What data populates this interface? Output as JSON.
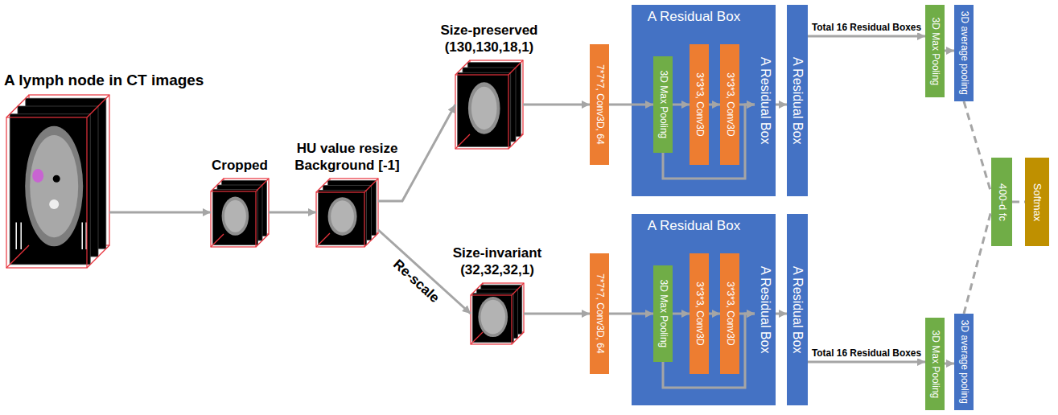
{
  "diagram": {
    "nodes": [
      {
        "text": [
          "A lymph node in CT images"
        ]
      },
      {
        "text": [
          "Cropped"
        ]
      },
      {
        "text": [
          "HU value resize Background [-1]"
        ]
      },
      {
        "text": [
          "Size-preserved",
          "(130,130,18,1)"
        ]
      },
      {
        "text": [
          "Size-invariant",
          "(32,32,32,1)"
        ]
      },
      {
        "text": [
          "7*7*7, Conv3D, 64"
        ]
      },
      {
        "text": [
          "A Residual Box"
        ]
      },
      {
        "text": [
          "3D Max Pooling"
        ],
        "in": 6
      },
      {
        "text": [
          "3*3*3, Conv3D"
        ],
        "in": 6
      },
      {
        "text": [
          "3*3*3, Conv3D"
        ],
        "in": 6
      },
      {
        "text": [
          "A Residual Box"
        ]
      },
      {
        "text": [
          "A Residual Box"
        ]
      },
      {
        "text": [
          "3D Max Pooling"
        ]
      },
      {
        "text": [
          "3D average pooling"
        ]
      },
      {
        "text": [
          "7*7*7, Conv3D, 64"
        ]
      },
      {
        "text": [
          "A Residual Box"
        ]
      },
      {
        "text": [
          "3D Max Pooling"
        ],
        "in": 15
      },
      {
        "text": [
          "3*3*3, Conv3D"
        ],
        "in": 15
      },
      {
        "text": [
          "3*3*3, Conv3D"
        ],
        "in": 15
      },
      {
        "text": [
          "A Residual Box"
        ]
      },
      {
        "text": [
          "A Residual Box"
        ]
      },
      {
        "text": [
          "3D Max Pooling"
        ]
      },
      {
        "text": [
          "3D average pooling"
        ]
      },
      {
        "text": [
          "400-d fc"
        ]
      },
      {
        "text": [
          "Softmax"
        ]
      }
    ],
    "edges": [
      {
        "from": 0,
        "to": 1,
        "arrow": "to"
      },
      {
        "from": 1,
        "to": 2,
        "arrow": "to"
      },
      {
        "from": 2,
        "to": 3,
        "arrow": "to"
      },
      {
        "from": 2,
        "to": 4,
        "label": "Re-scale",
        "arrow": "to"
      },
      {
        "from": 3,
        "to": 5,
        "arrow": "to"
      },
      {
        "from": 5,
        "to": 7,
        "arrow": "to"
      },
      {
        "from": 7,
        "to": 8,
        "arrow": "to"
      },
      {
        "from": 8,
        "to": 9,
        "arrow": "to"
      },
      {
        "from": 9,
        "to": 10,
        "arrow": "to"
      },
      {
        "from": 7,
        "to": 10,
        "arrow": "to"
      },
      {
        "from": 10,
        "to": 11,
        "arrow": "to"
      },
      {
        "from": 11,
        "to": 12,
        "label": "Total 16 Residual Boxes",
        "arrow": "to"
      },
      {
        "from": 12,
        "to": 13,
        "arrow": "to"
      },
      {
        "from": 4,
        "to": 14,
        "arrow": "to"
      },
      {
        "from": 14,
        "to": 16,
        "arrow": "to"
      },
      {
        "from": 16,
        "to": 17,
        "arrow": "to"
      },
      {
        "from": 17,
        "to": 18,
        "arrow": "to"
      },
      {
        "from": 18,
        "to": 19,
        "arrow": "to"
      },
      {
        "from": 16,
        "to": 19,
        "arrow": "to"
      },
      {
        "from": 19,
        "to": 20,
        "arrow": "to"
      },
      {
        "from": 20,
        "to": 21,
        "label": "Total 16 Residual Boxes",
        "arrow": "to"
      },
      {
        "from": 21,
        "to": 22,
        "arrow": "to"
      },
      {
        "from": 13,
        "to": 23,
        "arrow": "none"
      },
      {
        "from": 22,
        "to": 23,
        "arrow": "none"
      },
      {
        "from": 23,
        "to": 24,
        "arrow": "none"
      }
    ]
  }
}
